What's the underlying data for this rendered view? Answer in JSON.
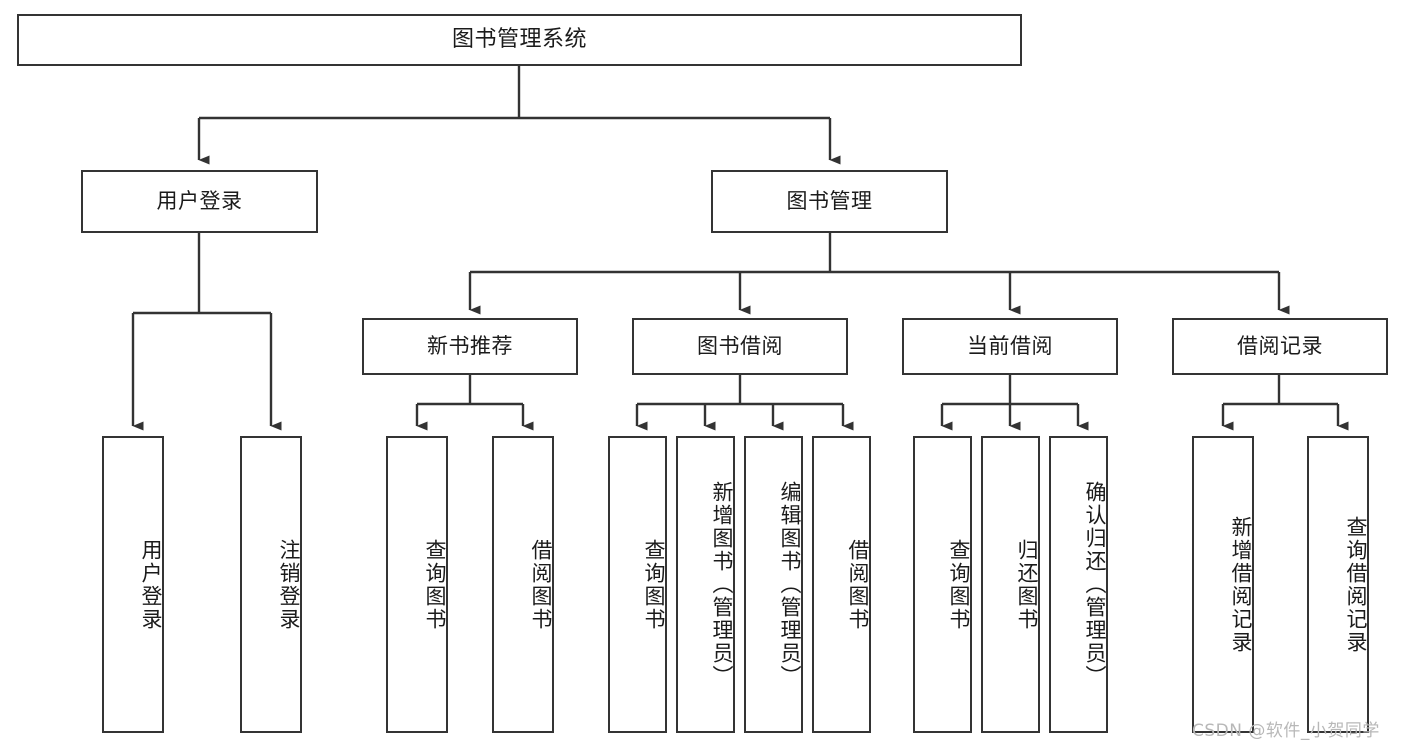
{
  "diagram": {
    "type": "tree",
    "title": "图书管理系统",
    "watermark": "CSDN @软件_小贺同学",
    "colors": {
      "box_border": "#343434",
      "box_fill": "#ffffff",
      "connector": "#333333",
      "text": "#1b1b1b",
      "watermark": "#b8b8b8",
      "background": "#ffffff"
    },
    "nodes": {
      "root": {
        "label": "图书管理系统"
      },
      "level2": [
        {
          "label": "用户登录"
        },
        {
          "label": "图书管理"
        }
      ],
      "level3": [
        {
          "label": "新书推荐"
        },
        {
          "label": "图书借阅"
        },
        {
          "label": "当前借阅"
        },
        {
          "label": "借阅记录"
        }
      ],
      "leaves": {
        "user_login": [
          {
            "label": "用户登录"
          },
          {
            "label": "注销登录"
          }
        ],
        "new_book": [
          {
            "label": "查询图书"
          },
          {
            "label": "借阅图书"
          }
        ],
        "book_borrow": [
          {
            "label": "查询图书"
          },
          {
            "label": "新增图书（管理员）"
          },
          {
            "label": "编辑图书（管理员）"
          },
          {
            "label": "借阅图书"
          }
        ],
        "current_borrow": [
          {
            "label": "查询图书"
          },
          {
            "label": "归还图书"
          },
          {
            "label": "确认归还（管理员）"
          }
        ],
        "borrow_record": [
          {
            "label": "新增借阅记录"
          },
          {
            "label": "查询借阅记录"
          }
        ]
      }
    }
  }
}
